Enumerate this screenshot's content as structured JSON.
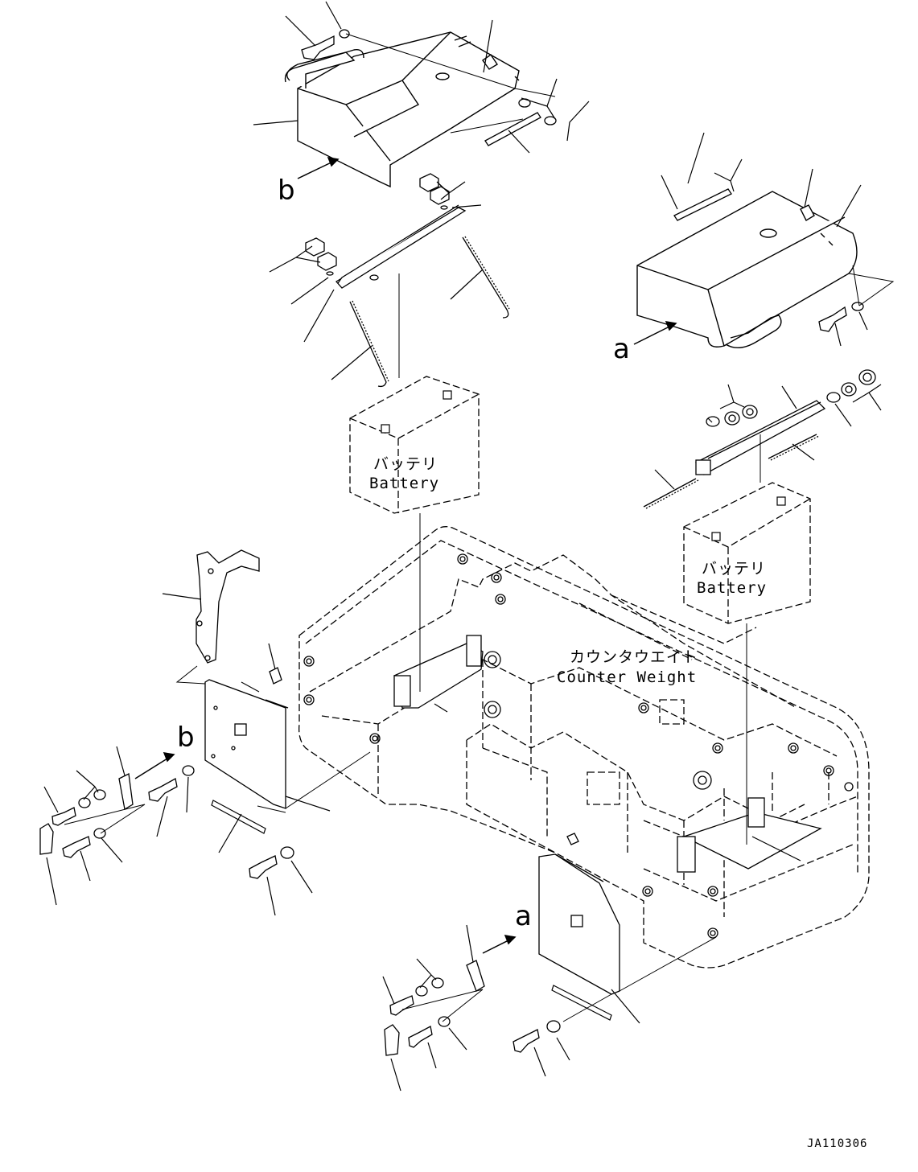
{
  "labels": {
    "battery_left_jp": "バッテリ",
    "battery_left_en": "Battery",
    "battery_right_jp": "バッテリ",
    "battery_right_en": "Battery",
    "counterweight_jp": "カウンタウエイト",
    "counterweight_en": "Counter Weight",
    "view_a_top": "a",
    "view_b_top": "b",
    "view_a_bottom": "a",
    "view_b_bottom": "b"
  },
  "drawing_code": "JA110306"
}
